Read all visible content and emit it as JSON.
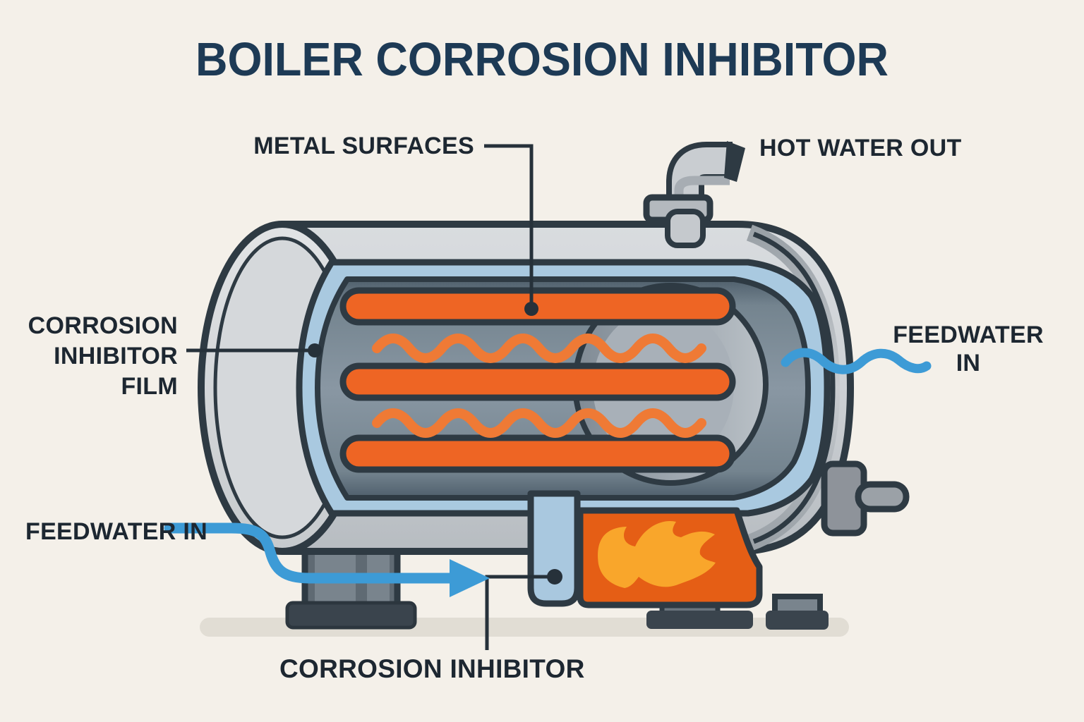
{
  "title": "BOILER CORROSION INHIBITOR",
  "labels": {
    "metal_surfaces": "METAL SURFACES",
    "hot_water_out": "HOT WATER OUT",
    "film_line1": "CORROSION",
    "film_line2": "INHIBITOR",
    "film_line3": "FILM",
    "feedwater_left": "FEEDWATER IN",
    "feedwater_right_line1": "FEEDWATER",
    "feedwater_right_line2": "IN",
    "corrosion_inhibitor": "CORROSION INHIBITOR"
  },
  "colors": {
    "background": "#f4f0e9",
    "title_text": "#1d3a55",
    "label_text": "#1d2731",
    "outline": "#2e3a43",
    "shell_gray": "#ccd0d4",
    "film_blue": "#a9c9e0",
    "chamber_gray": "#8392a0",
    "tube_orange": "#ee6524",
    "heat_wave_orange": "#ef7a35",
    "furnace_orange": "#e55e15",
    "flame_yellow": "#f9a62b",
    "water_blue": "#3d9bd6",
    "leg_gray": "#5f6a73",
    "shadow": "#e1ddd4"
  }
}
